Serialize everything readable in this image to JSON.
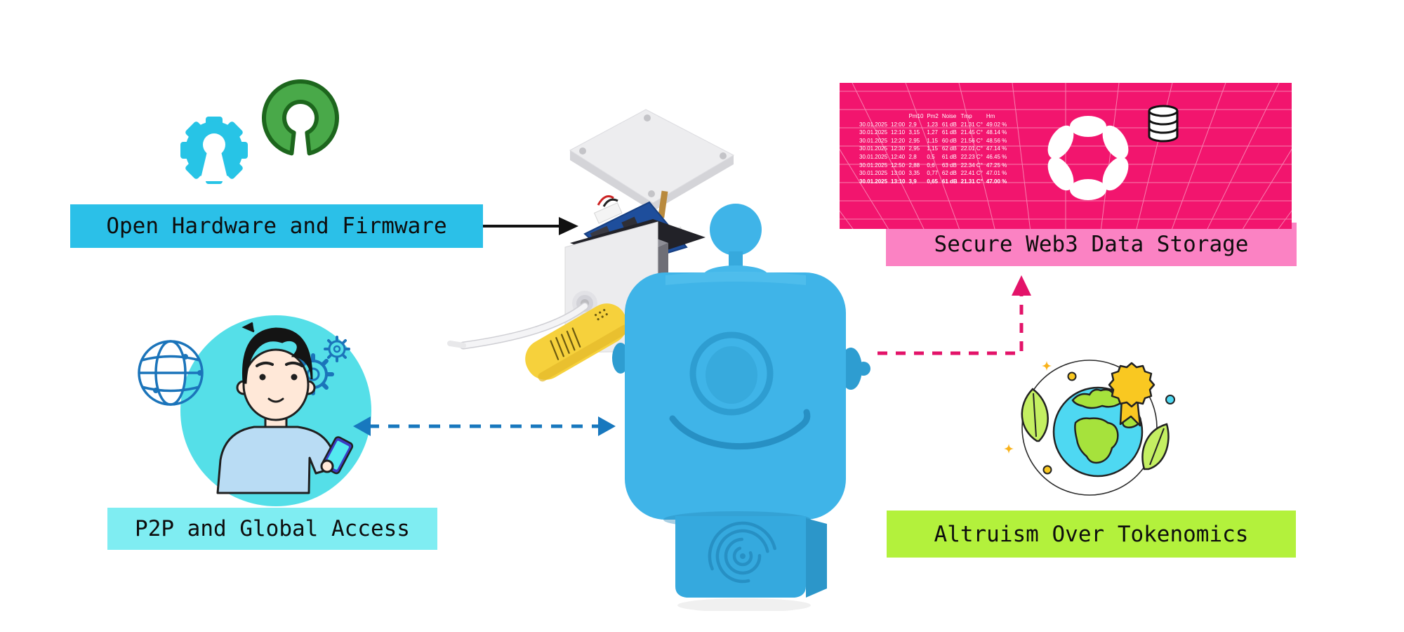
{
  "labels": {
    "open_hardware": "Open Hardware and Firmware",
    "web3_storage": "Secure Web3 Data Storage",
    "p2p_access": "P2P and Global Access",
    "altruism": "Altruism Over Tokenomics"
  },
  "sensor_table": {
    "headers": [
      "Pm10",
      "Pm2",
      "Noise",
      "Tmp",
      "Hm"
    ],
    "rows": [
      [
        "30.01.2025",
        "12:00",
        "2,9",
        "1,23",
        "61 dB",
        "21.31 C°",
        "49.02 %"
      ],
      [
        "30.01.2025",
        "12:10",
        "3,15",
        "1,27",
        "61 dB",
        "21.45 C°",
        "48.14 %"
      ],
      [
        "30.01.2025",
        "12:20",
        "2,95",
        "1,15",
        "60 dB",
        "21.56 C°",
        "48.56 %"
      ],
      [
        "30.01.2025",
        "12:30",
        "2,95",
        "1,15",
        "62 dB",
        "22.01 C°",
        "47.14 %"
      ],
      [
        "30.01.2025",
        "12:40",
        "2,8",
        "0,5",
        "61 dB",
        "22.23 C°",
        "46.45 %"
      ],
      [
        "30.01.2025",
        "12:50",
        "2,88",
        "0,6",
        "63 dB",
        "22.34 C°",
        "47.25 %"
      ],
      [
        "30.01.2025",
        "13:00",
        "3,35",
        "0,77",
        "62 dB",
        "22.41 C°",
        "47.01 %"
      ],
      [
        "30.01.2025",
        "13:10",
        "3,9",
        "0,65",
        "61 dB",
        "21.31 C°",
        "47.00 %"
      ]
    ],
    "emphasize_last_row": true
  },
  "icons": {
    "top_left": [
      "gear-icon",
      "open-source-icon"
    ],
    "storage_panel": [
      "polkadot-logo-icon",
      "database-icon"
    ],
    "p2p_cluster": [
      "globe-icon",
      "gears-outline-icon",
      "person-with-phone-illustration"
    ],
    "altruism_cluster": [
      "earth-illustration",
      "leaf-icon",
      "award-ribbon-icon",
      "sparkle-icon"
    ],
    "center": [
      "sensor-device-robot",
      "circuit-board",
      "enclosure-lid",
      "yellow-sensor",
      "cable"
    ]
  },
  "colors": {
    "accent_cyan": "#2bc0e8",
    "accent_cyan_light": "#7fedf2",
    "accent_pink": "#f2156e",
    "accent_pink_light": "#fb82c3",
    "accent_lime": "#b3f13c",
    "arrow_blue": "#1878be",
    "arrow_pink": "#e31369",
    "arrow_black": "#111111",
    "robot_blue": "#3fb4e8",
    "sensor_yellow": "#f6d13c",
    "osi_green": "#49a949",
    "table_text": "#ffffff"
  }
}
